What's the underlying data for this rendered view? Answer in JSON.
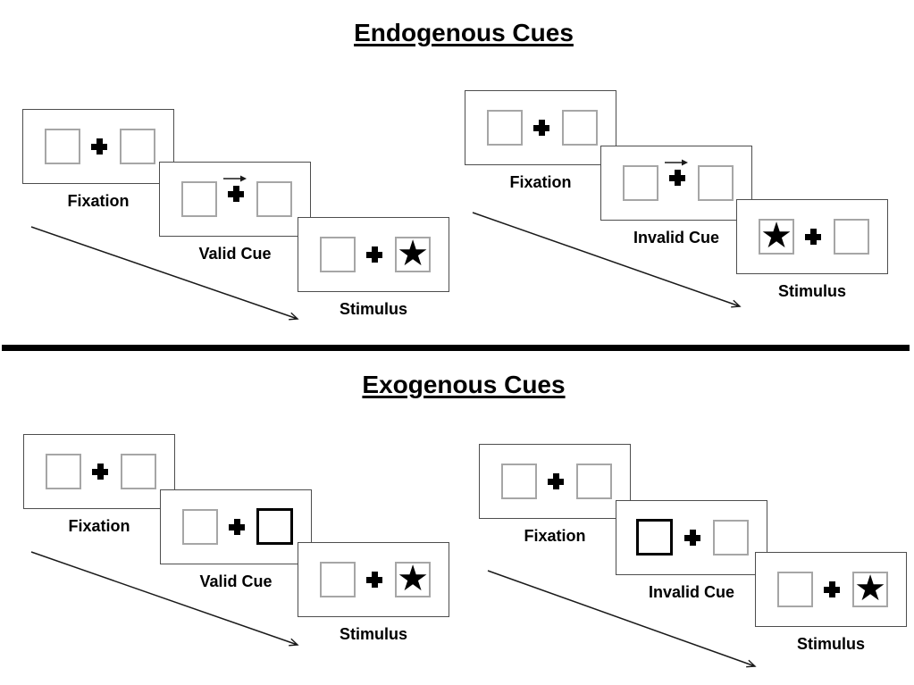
{
  "colors": {
    "background": "#ffffff",
    "panel_border": "#4d4d4d",
    "placeholder_box_border": "#a6a6a6",
    "highlight_box_border": "#000000",
    "text": "#000000",
    "divider": "#000000"
  },
  "glyphs": {
    "star": "★"
  },
  "sections": [
    {
      "title": "Endogenous Cues",
      "groups": [
        {
          "condition": "valid",
          "panels": [
            {
              "label": "Fixation",
              "type": "fixation",
              "left_box": "empty",
              "right_box": "empty"
            },
            {
              "label": "Valid Cue",
              "type": "endogenous-cue",
              "cue": "central-arrow",
              "cue_direction": "right",
              "left_box": "empty",
              "right_box": "empty"
            },
            {
              "label": "Stimulus",
              "type": "stimulus",
              "left_box": "empty",
              "right_box": "star"
            }
          ]
        },
        {
          "condition": "invalid",
          "panels": [
            {
              "label": "Fixation",
              "type": "fixation",
              "left_box": "empty",
              "right_box": "empty"
            },
            {
              "label": "Invalid Cue",
              "type": "endogenous-cue",
              "cue": "central-arrow",
              "cue_direction": "right",
              "left_box": "empty",
              "right_box": "empty"
            },
            {
              "label": "Stimulus",
              "type": "stimulus",
              "left_box": "star",
              "right_box": "empty"
            }
          ]
        }
      ]
    },
    {
      "title": "Exogenous Cues",
      "groups": [
        {
          "condition": "valid",
          "panels": [
            {
              "label": "Fixation",
              "type": "fixation",
              "left_box": "empty",
              "right_box": "empty"
            },
            {
              "label": "Valid Cue",
              "type": "exogenous-cue",
              "cue": "peripheral-highlight",
              "highlighted_box": "right",
              "left_box": "empty",
              "right_box": "highlight"
            },
            {
              "label": "Stimulus",
              "type": "stimulus",
              "left_box": "empty",
              "right_box": "star"
            }
          ]
        },
        {
          "condition": "invalid",
          "panels": [
            {
              "label": "Fixation",
              "type": "fixation",
              "left_box": "empty",
              "right_box": "empty"
            },
            {
              "label": "Invalid Cue",
              "type": "exogenous-cue",
              "cue": "peripheral-highlight",
              "highlighted_box": "left",
              "left_box": "highlight",
              "right_box": "empty"
            },
            {
              "label": "Stimulus",
              "type": "stimulus",
              "left_box": "empty",
              "right_box": "star"
            }
          ]
        }
      ]
    }
  ]
}
